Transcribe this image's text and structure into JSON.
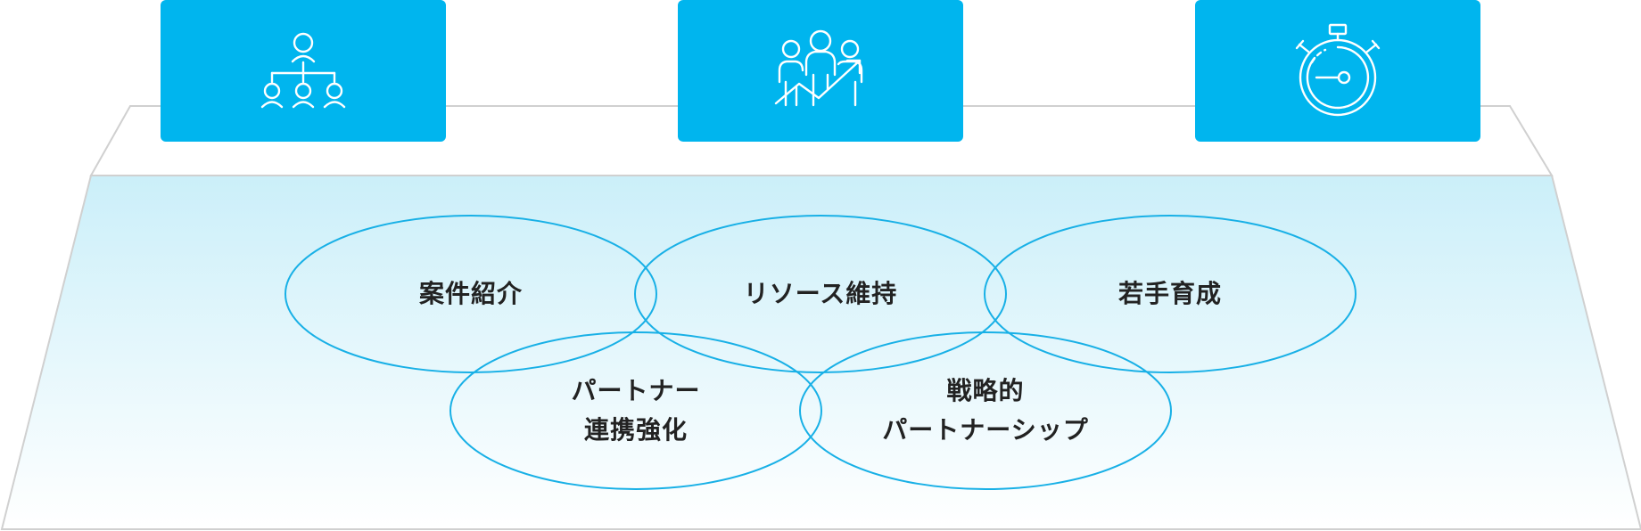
{
  "icons": [
    {
      "name": "organization-chart-icon"
    },
    {
      "name": "team-growth-icon"
    },
    {
      "name": "stopwatch-icon"
    }
  ],
  "circles": [
    {
      "id": "case-introduction",
      "lines": [
        "案件紹介"
      ]
    },
    {
      "id": "resource-maintenance",
      "lines": [
        "リソース維持"
      ]
    },
    {
      "id": "young-talent-development",
      "lines": [
        "若手育成"
      ]
    },
    {
      "id": "partner-collaboration",
      "lines": [
        "パートナー",
        "連携強化"
      ]
    },
    {
      "id": "strategic-partnership",
      "lines": [
        "戦略的",
        "パートナーシップ"
      ]
    }
  ],
  "colors": {
    "accent": "#00b5ee",
    "circle_stroke": "#18b0e6",
    "platform_top": "#cbeff9",
    "platform_bottom": "#ffffff",
    "platform_edge": "#d0d0d0",
    "text": "#222222"
  }
}
